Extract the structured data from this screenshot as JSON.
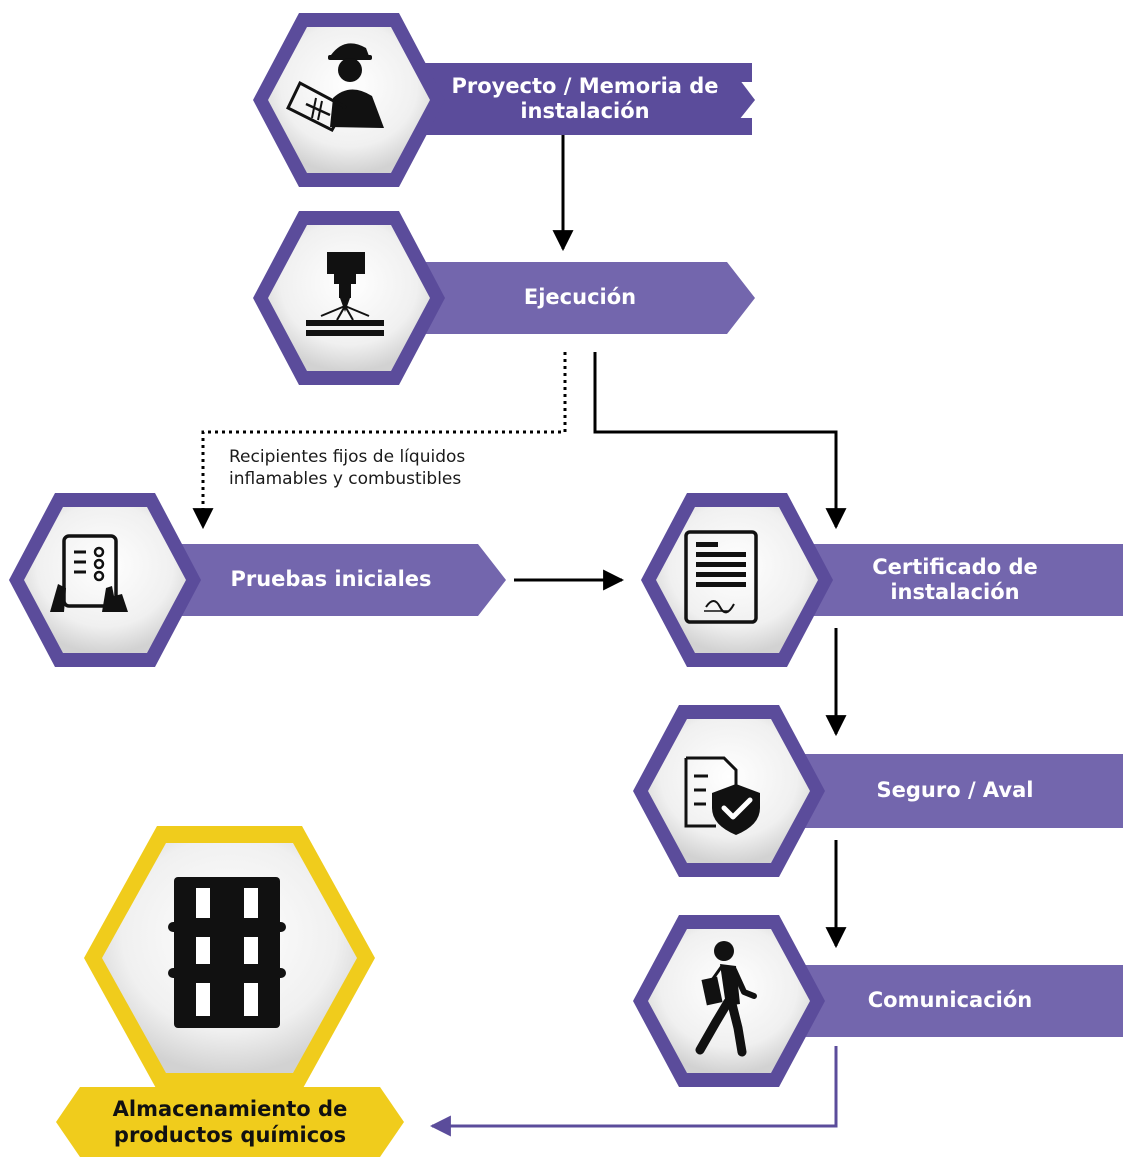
{
  "colors": {
    "process_banner": "#7366ad",
    "process_hex_border": "#5b4c9b",
    "final_hex_border": "#f0cc1c",
    "arrow": "#000000",
    "final_arrow": "#5b4c9b"
  },
  "nodes": [
    {
      "id": "proyecto",
      "label": "Proyecto / Memoria de instalación",
      "icon": "engineer-drawing-icon"
    },
    {
      "id": "ejecucion",
      "label": "Ejecución",
      "icon": "welding-machine-icon"
    },
    {
      "id": "pruebas",
      "label": "Pruebas iniciales",
      "icon": "tablet-checklist-icon"
    },
    {
      "id": "certificado",
      "label": "Certificado de instalación",
      "icon": "signed-document-icon"
    },
    {
      "id": "seguro",
      "label": "Seguro / Aval",
      "icon": "shield-document-icon"
    },
    {
      "id": "comunicacion",
      "label": "Comunicación",
      "icon": "walking-person-icon"
    }
  ],
  "final_node": {
    "label": "Almacenamiento de productos químicos",
    "icon": "chemical-barrel-icon"
  },
  "edges": [
    {
      "from": "proyecto",
      "to": "ejecucion",
      "style": "solid"
    },
    {
      "from": "ejecucion",
      "to": "pruebas",
      "style": "dotted",
      "label": "Recipientes fijos de líquidos inflamables y combustibles"
    },
    {
      "from": "ejecucion",
      "to": "certificado",
      "style": "solid"
    },
    {
      "from": "pruebas",
      "to": "certificado",
      "style": "solid"
    },
    {
      "from": "certificado",
      "to": "seguro",
      "style": "solid"
    },
    {
      "from": "seguro",
      "to": "comunicacion",
      "style": "solid"
    },
    {
      "from": "comunicacion",
      "to": "almacenamiento",
      "style": "solid"
    }
  ]
}
